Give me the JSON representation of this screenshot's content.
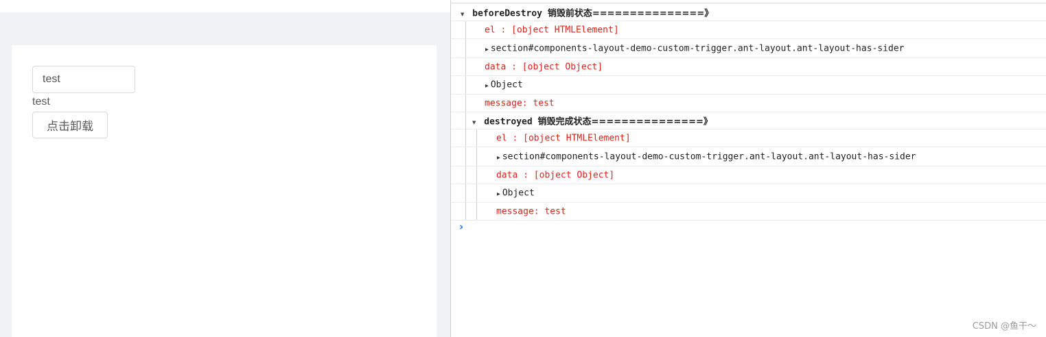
{
  "app": {
    "input_value": "test",
    "message_text": "test",
    "unmount_button_label": "点击卸载"
  },
  "console": {
    "groups": [
      {
        "title": "beforeDestroy",
        "title_suffix": "销毁前状态===============》",
        "el_label": "el     : [object HTMLElement]",
        "el_expand": "section#components-layout-demo-custom-trigger.ant-layout.ant-layout-has-sider",
        "data_label": "data   : [object Object]",
        "data_expand": "Object",
        "message_label": "message: test"
      },
      {
        "title": "destroyed",
        "title_suffix": "销毁完成状态===============》",
        "el_label": "el     : [object HTMLElement]",
        "el_expand": "section#components-layout-demo-custom-trigger.ant-layout.ant-layout-has-sider",
        "data_label": "data   : [object Object]",
        "data_expand": "Object",
        "message_label": "message: test"
      }
    ],
    "prompt_icon": "chevron-right-icon"
  },
  "watermark": "CSDN @鱼干～",
  "colors": {
    "error_red": "#d8231a",
    "page_bg": "#f0f2f5",
    "prompt_blue": "#1a73e8"
  }
}
